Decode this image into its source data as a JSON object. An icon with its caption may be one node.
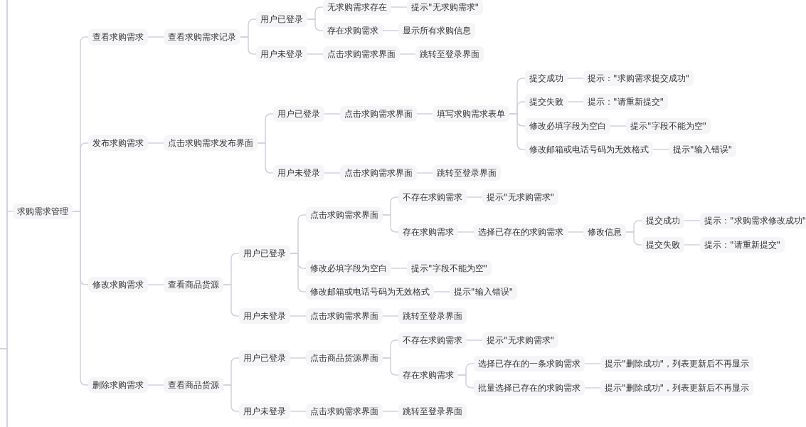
{
  "diagram": {
    "nodes": [
      {
        "text": [
          "求购需求管理"
        ]
      },
      {
        "text": [
          "查看求购需求"
        ]
      },
      {
        "text": [
          "查看求购需求记录"
        ]
      },
      {
        "text": [
          "用户已登录"
        ]
      },
      {
        "text": [
          "无求购需求存在"
        ]
      },
      {
        "text": [
          "提示\"无求购需求\""
        ]
      },
      {
        "text": [
          "存在求购需求"
        ]
      },
      {
        "text": [
          "显示所有求购信息"
        ]
      },
      {
        "text": [
          "用户未登录"
        ]
      },
      {
        "text": [
          "点击求购需求界面"
        ]
      },
      {
        "text": [
          "跳转至登录界面"
        ]
      },
      {
        "text": [
          "发布求购需求"
        ]
      },
      {
        "text": [
          "点击求购需求发布界面"
        ]
      },
      {
        "text": [
          "用户已登录"
        ]
      },
      {
        "text": [
          "点击求购需求界面"
        ]
      },
      {
        "text": [
          "填写求购需求表单"
        ]
      },
      {
        "text": [
          "提交成功"
        ]
      },
      {
        "text": [
          "提示：\"求购需求提交成功\""
        ]
      },
      {
        "text": [
          "提交失败"
        ]
      },
      {
        "text": [
          "提示：\"请重新提交\""
        ]
      },
      {
        "text": [
          "修改必填字段为空白"
        ]
      },
      {
        "text": [
          "提示\"字段不能为空\""
        ]
      },
      {
        "text": [
          "修改邮箱或电话号码为无效格式"
        ]
      },
      {
        "text": [
          "提示\"输入错误\""
        ]
      },
      {
        "text": [
          "用户未登录"
        ]
      },
      {
        "text": [
          "点击求购需求界面"
        ]
      },
      {
        "text": [
          "跳转至登录界面"
        ]
      },
      {
        "text": [
          "修改求购需求"
        ]
      },
      {
        "text": [
          "查看商品货源"
        ]
      },
      {
        "text": [
          "用户已登录"
        ]
      },
      {
        "text": [
          "点击求购需求界面"
        ]
      },
      {
        "text": [
          "不存在求购需求"
        ]
      },
      {
        "text": [
          "提示\"无求购需求\""
        ]
      },
      {
        "text": [
          "存在求购需求"
        ]
      },
      {
        "text": [
          "选择已存在的求购需求"
        ]
      },
      {
        "text": [
          "修改信息"
        ]
      },
      {
        "text": [
          "提交成功"
        ]
      },
      {
        "text": [
          "提示：\"求购需求修改成功\""
        ]
      },
      {
        "text": [
          "提交失败"
        ]
      },
      {
        "text": [
          "提示：\"请重新提交\""
        ]
      },
      {
        "text": [
          "修改必填字段为空白"
        ]
      },
      {
        "text": [
          "提示\"字段不能为空\""
        ]
      },
      {
        "text": [
          "修改邮箱或电话号码为无效格式"
        ]
      },
      {
        "text": [
          "提示\"输入错误\""
        ]
      },
      {
        "text": [
          "用户未登录"
        ]
      },
      {
        "text": [
          "点击求购需求界面"
        ]
      },
      {
        "text": [
          "跳转至登录界面"
        ]
      },
      {
        "text": [
          "删除求购需求"
        ]
      },
      {
        "text": [
          "查看商品货源"
        ]
      },
      {
        "text": [
          "用户已登录"
        ]
      },
      {
        "text": [
          "点击商品货源界面"
        ]
      },
      {
        "text": [
          "不存在求购需求"
        ]
      },
      {
        "text": [
          "提示\"无求购需求\""
        ]
      },
      {
        "text": [
          "存在求购需求"
        ]
      },
      {
        "text": [
          "选择已存在的一条求购需求"
        ]
      },
      {
        "text": [
          "提示\"删除成功\"，列表更新后不再显示"
        ]
      },
      {
        "text": [
          "批量选择已存在的求购需求"
        ]
      },
      {
        "text": [
          "提示\"删除成功\"，列表更新后不再显示"
        ]
      },
      {
        "text": [
          "用户未登录"
        ]
      },
      {
        "text": [
          "点击求购需求界面"
        ]
      },
      {
        "text": [
          "跳转至登录界面"
        ]
      }
    ],
    "edges": [
      {
        "from": null,
        "to": 0,
        "arrow": "none"
      },
      {
        "from": 0,
        "to": 1,
        "arrow": "none"
      },
      {
        "from": 1,
        "to": 2,
        "arrow": "none"
      },
      {
        "from": 2,
        "to": 3,
        "arrow": "none"
      },
      {
        "from": 3,
        "to": 4,
        "arrow": "none"
      },
      {
        "from": 4,
        "to": 5,
        "arrow": "none"
      },
      {
        "from": 3,
        "to": 6,
        "arrow": "none"
      },
      {
        "from": 6,
        "to": 7,
        "arrow": "none"
      },
      {
        "from": 2,
        "to": 8,
        "arrow": "none"
      },
      {
        "from": 8,
        "to": 9,
        "arrow": "none"
      },
      {
        "from": 9,
        "to": 10,
        "arrow": "none"
      },
      {
        "from": 0,
        "to": 11,
        "arrow": "none"
      },
      {
        "from": 11,
        "to": 12,
        "arrow": "none"
      },
      {
        "from": 12,
        "to": 13,
        "arrow": "none"
      },
      {
        "from": 13,
        "to": 14,
        "arrow": "none"
      },
      {
        "from": 14,
        "to": 15,
        "arrow": "none"
      },
      {
        "from": 15,
        "to": 16,
        "arrow": "none"
      },
      {
        "from": 16,
        "to": 17,
        "arrow": "none"
      },
      {
        "from": 15,
        "to": 18,
        "arrow": "none"
      },
      {
        "from": 18,
        "to": 19,
        "arrow": "none"
      },
      {
        "from": 15,
        "to": 20,
        "arrow": "none"
      },
      {
        "from": 20,
        "to": 21,
        "arrow": "none"
      },
      {
        "from": 15,
        "to": 22,
        "arrow": "none"
      },
      {
        "from": 22,
        "to": 23,
        "arrow": "none"
      },
      {
        "from": 12,
        "to": 24,
        "arrow": "none"
      },
      {
        "from": 24,
        "to": 25,
        "arrow": "none"
      },
      {
        "from": 25,
        "to": 26,
        "arrow": "none"
      },
      {
        "from": 0,
        "to": 27,
        "arrow": "none"
      },
      {
        "from": 27,
        "to": 28,
        "arrow": "none"
      },
      {
        "from": 28,
        "to": 29,
        "arrow": "none"
      },
      {
        "from": 29,
        "to": 30,
        "arrow": "none"
      },
      {
        "from": 30,
        "to": 31,
        "arrow": "none"
      },
      {
        "from": 31,
        "to": 32,
        "arrow": "none"
      },
      {
        "from": 30,
        "to": 33,
        "arrow": "none"
      },
      {
        "from": 33,
        "to": 34,
        "arrow": "none"
      },
      {
        "from": 34,
        "to": 35,
        "arrow": "none"
      },
      {
        "from": 35,
        "to": 36,
        "arrow": "none"
      },
      {
        "from": 36,
        "to": 37,
        "arrow": "none"
      },
      {
        "from": 35,
        "to": 38,
        "arrow": "none"
      },
      {
        "from": 38,
        "to": 39,
        "arrow": "none"
      },
      {
        "from": 29,
        "to": 40,
        "arrow": "none"
      },
      {
        "from": 40,
        "to": 41,
        "arrow": "none"
      },
      {
        "from": 29,
        "to": 42,
        "arrow": "none"
      },
      {
        "from": 42,
        "to": 43,
        "arrow": "none"
      },
      {
        "from": 28,
        "to": 44,
        "arrow": "none"
      },
      {
        "from": 44,
        "to": 45,
        "arrow": "none"
      },
      {
        "from": 45,
        "to": 46,
        "arrow": "none"
      },
      {
        "from": 0,
        "to": 47,
        "arrow": "none"
      },
      {
        "from": 47,
        "to": 48,
        "arrow": "none"
      },
      {
        "from": 48,
        "to": 49,
        "arrow": "none"
      },
      {
        "from": 49,
        "to": 50,
        "arrow": "none"
      },
      {
        "from": 50,
        "to": 51,
        "arrow": "none"
      },
      {
        "from": 51,
        "to": 52,
        "arrow": "none"
      },
      {
        "from": 50,
        "to": 53,
        "arrow": "none"
      },
      {
        "from": 53,
        "to": 54,
        "arrow": "none"
      },
      {
        "from": 54,
        "to": 55,
        "arrow": "none"
      },
      {
        "from": 53,
        "to": 56,
        "arrow": "none"
      },
      {
        "from": 56,
        "to": 57,
        "arrow": "none"
      },
      {
        "from": 48,
        "to": 58,
        "arrow": "none"
      },
      {
        "from": 58,
        "to": 59,
        "arrow": "none"
      },
      {
        "from": 59,
        "to": 60,
        "arrow": "none"
      }
    ]
  }
}
